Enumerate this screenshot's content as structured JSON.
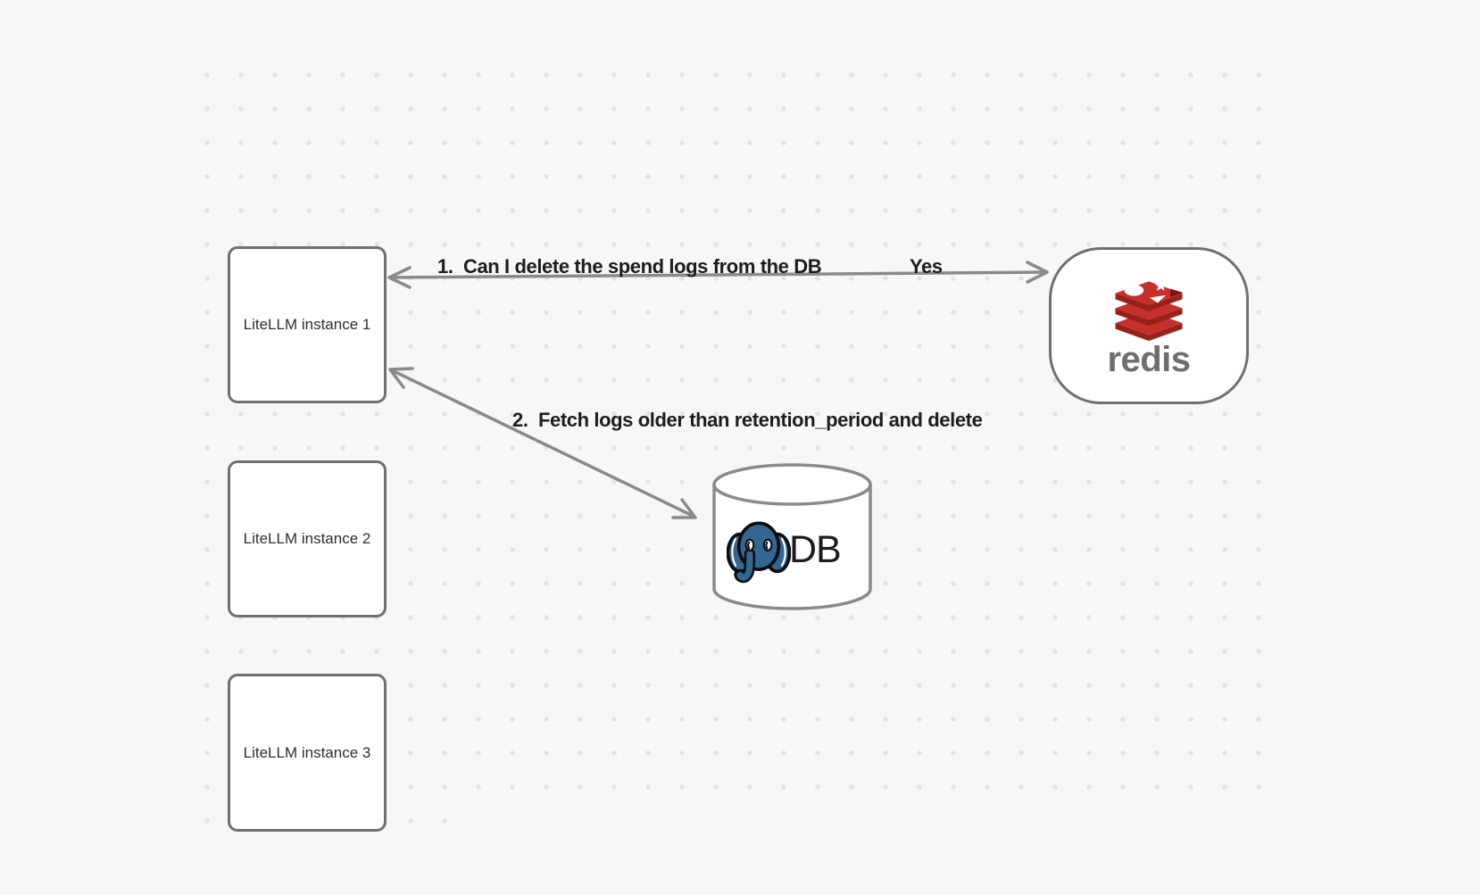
{
  "instances": [
    {
      "label": "LiteLLM instance 1"
    },
    {
      "label": "LiteLLM instance 2"
    },
    {
      "label": "LiteLLM instance 3"
    }
  ],
  "redis": {
    "wordmark": "redis"
  },
  "db": {
    "label": "DB"
  },
  "edges": {
    "query": {
      "label": "1.  Can I delete the spend logs from the DB",
      "response": "Yes"
    },
    "fetch": {
      "label": "2.  Fetch logs older than retention_period and delete"
    }
  },
  "colors": {
    "background": "#f7f7f6",
    "dot": "#e4e4e4",
    "shape_border": "#707070",
    "arrow": "#8a8a8a",
    "label_text": "#1d1d1d",
    "box_text": "#2e2e2e",
    "redis_red": "#c6302b",
    "redis_red_dark": "#9a211a",
    "redis_wordmark_gray": "#6d6e71",
    "postgres_blue": "#336791"
  }
}
